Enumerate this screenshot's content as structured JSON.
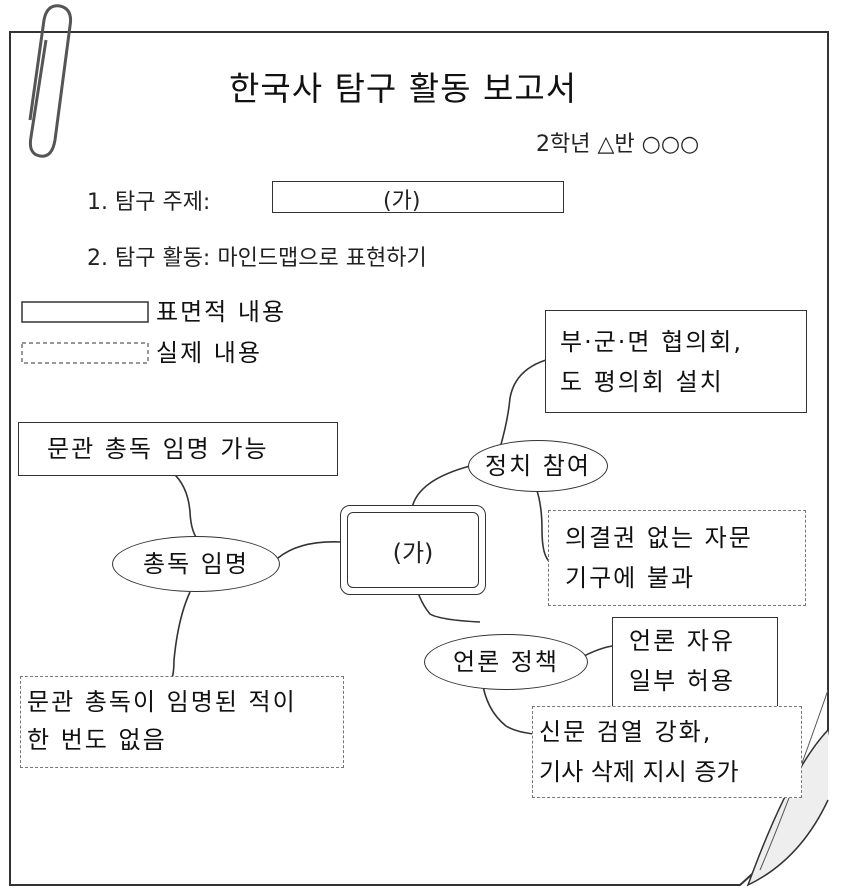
{
  "report": {
    "title": "한국사 탐구 활동 보고서",
    "student": "2학년 △반 ○○○",
    "topic_label": "1. 탐구 주제:",
    "topic_value": "(가)",
    "activity_label": "2. 탐구 활동: 마인드맵으로 표현하기"
  },
  "legend": {
    "surface": "표면적 내용",
    "actual": "실제 내용"
  },
  "mindmap": {
    "center": "(가)",
    "governor": {
      "label": "총독 임명",
      "surface": "문관 총독 임명 가능",
      "actual_line1": "문관 총독이 임명된 적이",
      "actual_line2": "한 번도 없음"
    },
    "politics": {
      "label": "정치 참여",
      "surface_line1": "부·군·면 협의회,",
      "surface_line2": "도 평의회 설치",
      "actual_line1": "의결권 없는 자문",
      "actual_line2": "기구에 불과"
    },
    "press": {
      "label": "언론 정책",
      "surface_line1": "언론 자유",
      "surface_line2": "일부 허용",
      "actual_line1": "신문 검열 강화,",
      "actual_line2": "기사 삭제 지시 증가"
    }
  }
}
